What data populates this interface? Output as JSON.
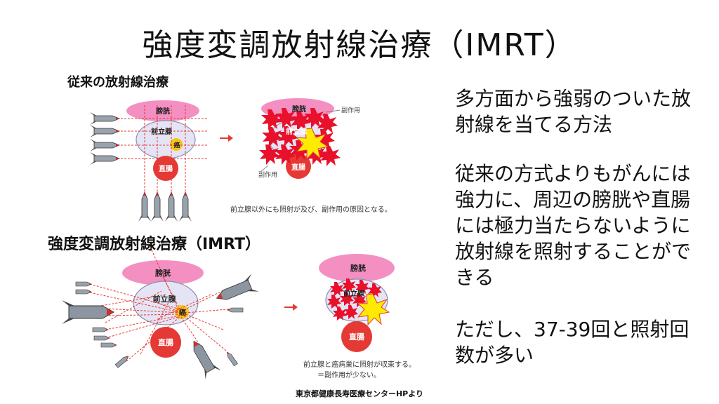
{
  "slide": {
    "title": "強度変調放射線治療（IMRT）",
    "right_paragraphs": [
      "多方面から強弱のついた放射線を当てる方法",
      "従来の方式よりもがんには強力に、周辺の膀胱や直腸には極力当たらないように放射線を照射することができる",
      "ただし、37-39回と照射回数が多い"
    ],
    "source": "東京都健康長寿医療センターHPより"
  },
  "conventional": {
    "heading": "従来の放射線治療",
    "bladder": "膀胱",
    "prostate": "前立腺",
    "cancer": "癌",
    "rectum": "直腸",
    "side_effect": "副作用",
    "note": "前立腺以外にも照射が及び、副作用の原因となる。",
    "colors": {
      "bladder": "#f48fc2",
      "prostate": "#e4e4f4",
      "cancer": "#f7c21b",
      "rectum": "#e53935",
      "beam": "#e53935",
      "burst": "#e8102a"
    }
  },
  "imrt": {
    "heading": "強度変調放射線治療（IMRT）",
    "bladder": "膀胱",
    "prostate": "前立腺",
    "cancer": "癌",
    "rectum": "直腸",
    "note_line1": "前立腺と癌病巣に照射が収束する。",
    "note_line2": "＝副作用が少ない。"
  }
}
